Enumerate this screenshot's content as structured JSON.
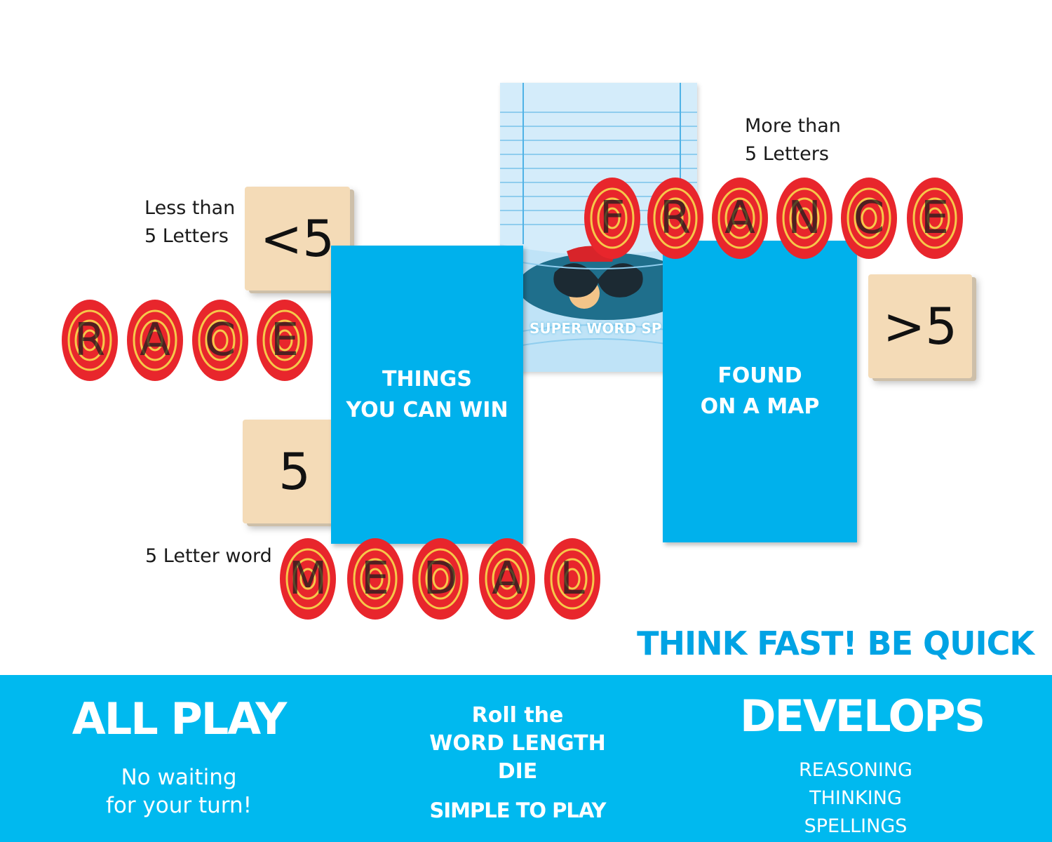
{
  "labels": {
    "more_than": "More than\n5 Letters",
    "less_than": "Less than\n5 Letters",
    "five_letter": "5 Letter word"
  },
  "dice": {
    "less": "<5",
    "exact": "5",
    "more": ">5"
  },
  "cards": {
    "left": "THINGS\nYOU CAN WIN",
    "right": "FOUND\nON A MAP",
    "back_title": "SUPER WORD SP"
  },
  "words": {
    "france": [
      "F",
      "R",
      "A",
      "N",
      "C",
      "E"
    ],
    "race": [
      "R",
      "A",
      "C",
      "E"
    ],
    "medal": [
      "M",
      "E",
      "D",
      "A",
      "L"
    ]
  },
  "headline": "THINK FAST! BE QUICK",
  "footer": {
    "col1_title": "ALL PLAY",
    "col1_text": "No waiting\nfor your turn!",
    "col2_text": "Roll the\nWORD LENGTH\nDIE",
    "col2_sub": "SIMPLE TO PLAY",
    "col3_title": "DEVELOPS",
    "col3_list": "REASONING\nTHINKING\nSPELLINGS"
  },
  "colors": {
    "card_blue": "#00b1ec",
    "band_blue": "#00b9ef",
    "headline_blue": "#00a3e4",
    "token_red": "#e8262c",
    "token_yellow": "#f6c84a",
    "die_tan": "#f4dbb7"
  }
}
